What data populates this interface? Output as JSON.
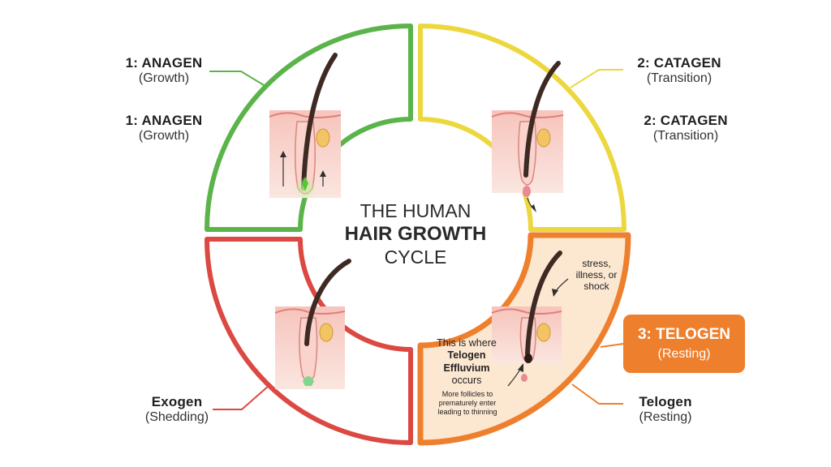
{
  "center": {
    "line1": "THE HUMAN",
    "line2": "HAIR GROWTH",
    "line3": "CYCLE"
  },
  "stages": {
    "anagen_top": {
      "title": "1: ANAGEN",
      "subtitle": "(Growth)"
    },
    "anagen_second": {
      "title": "1: ANAGEN",
      "subtitle": "(Growth)"
    },
    "catagen_top": {
      "title": "2: CATAGEN",
      "subtitle": "(Transition)"
    },
    "catagen_second": {
      "title": "2: CATAGEN",
      "subtitle": "(Transition)"
    },
    "telogen_callout": {
      "title": "3: TELOGEN",
      "subtitle": "(Resting)"
    },
    "telogen_lower": {
      "title": "Telogen",
      "subtitle": "(Resting)"
    },
    "exogen": {
      "title": "Exogen",
      "subtitle": "(Shedding)"
    }
  },
  "notes": {
    "stress_line1": "stress,",
    "stress_line2": "illness, or",
    "stress_line3": "shock",
    "te_line1": "This is where",
    "te_line2": "Telogen",
    "te_line3": "Effluvium",
    "te_line4": "occurs",
    "te_small1": "More follicles to",
    "te_small2": "prematurely enter",
    "te_small3": "leading to thinning"
  },
  "colors": {
    "anagen": "#5bb44a",
    "catagen": "#ecd83e",
    "telogen": "#ee7f2d",
    "exogen": "#dc4842",
    "telogen_fill": "#fce7d1",
    "skin": "#f2b7b0",
    "hair": "#3e2a22"
  },
  "icons": {
    "anagen": "growing-follicle-icon",
    "catagen": "shrinking-follicle-icon",
    "telogen": "resting-follicle-icon",
    "exogen": "shedding-follicle-icon"
  }
}
